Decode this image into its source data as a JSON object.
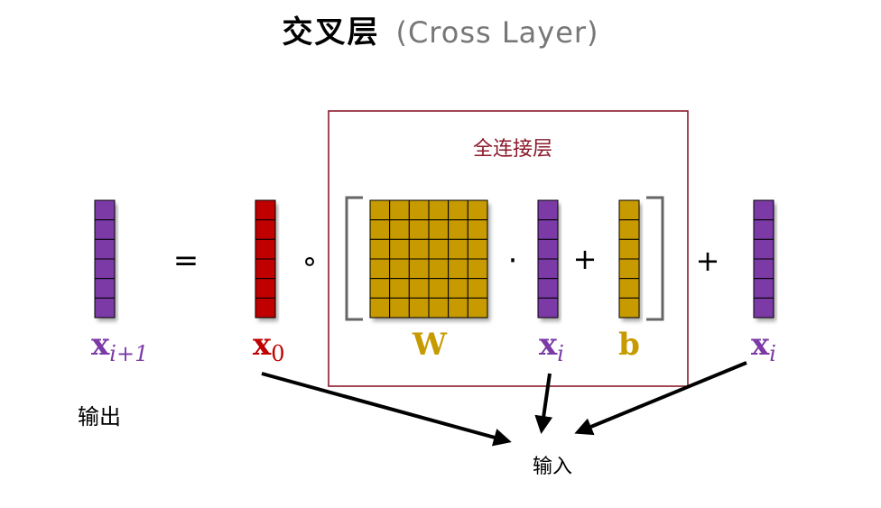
{
  "title": {
    "zh": "交叉层",
    "en": "(Cross Layer)"
  },
  "box_label": "全连接层",
  "operators": {
    "equals": "=",
    "hadamard": "∘",
    "dot": "·",
    "plus_inner": "+",
    "plus_outer": "+"
  },
  "labels": {
    "out": {
      "base": "x",
      "sub": "i+1"
    },
    "x0": {
      "base": "x",
      "sub": "0"
    },
    "w": {
      "base": "W"
    },
    "xi_inner": {
      "base": "x",
      "sub": "i"
    },
    "b": {
      "base": "b"
    },
    "xi_outer": {
      "base": "x",
      "sub": "i"
    }
  },
  "output_text": "输出",
  "input_text": "输入",
  "colors": {
    "purple": "#7b3aa6",
    "red": "#c00000",
    "gold": "#c79a00",
    "box_border": "#8b1a2b",
    "box_label": "#8b1a2b",
    "bracket": "#666666"
  },
  "matrix": {
    "rows": 6,
    "cols": 6
  },
  "vector_cells": 6
}
